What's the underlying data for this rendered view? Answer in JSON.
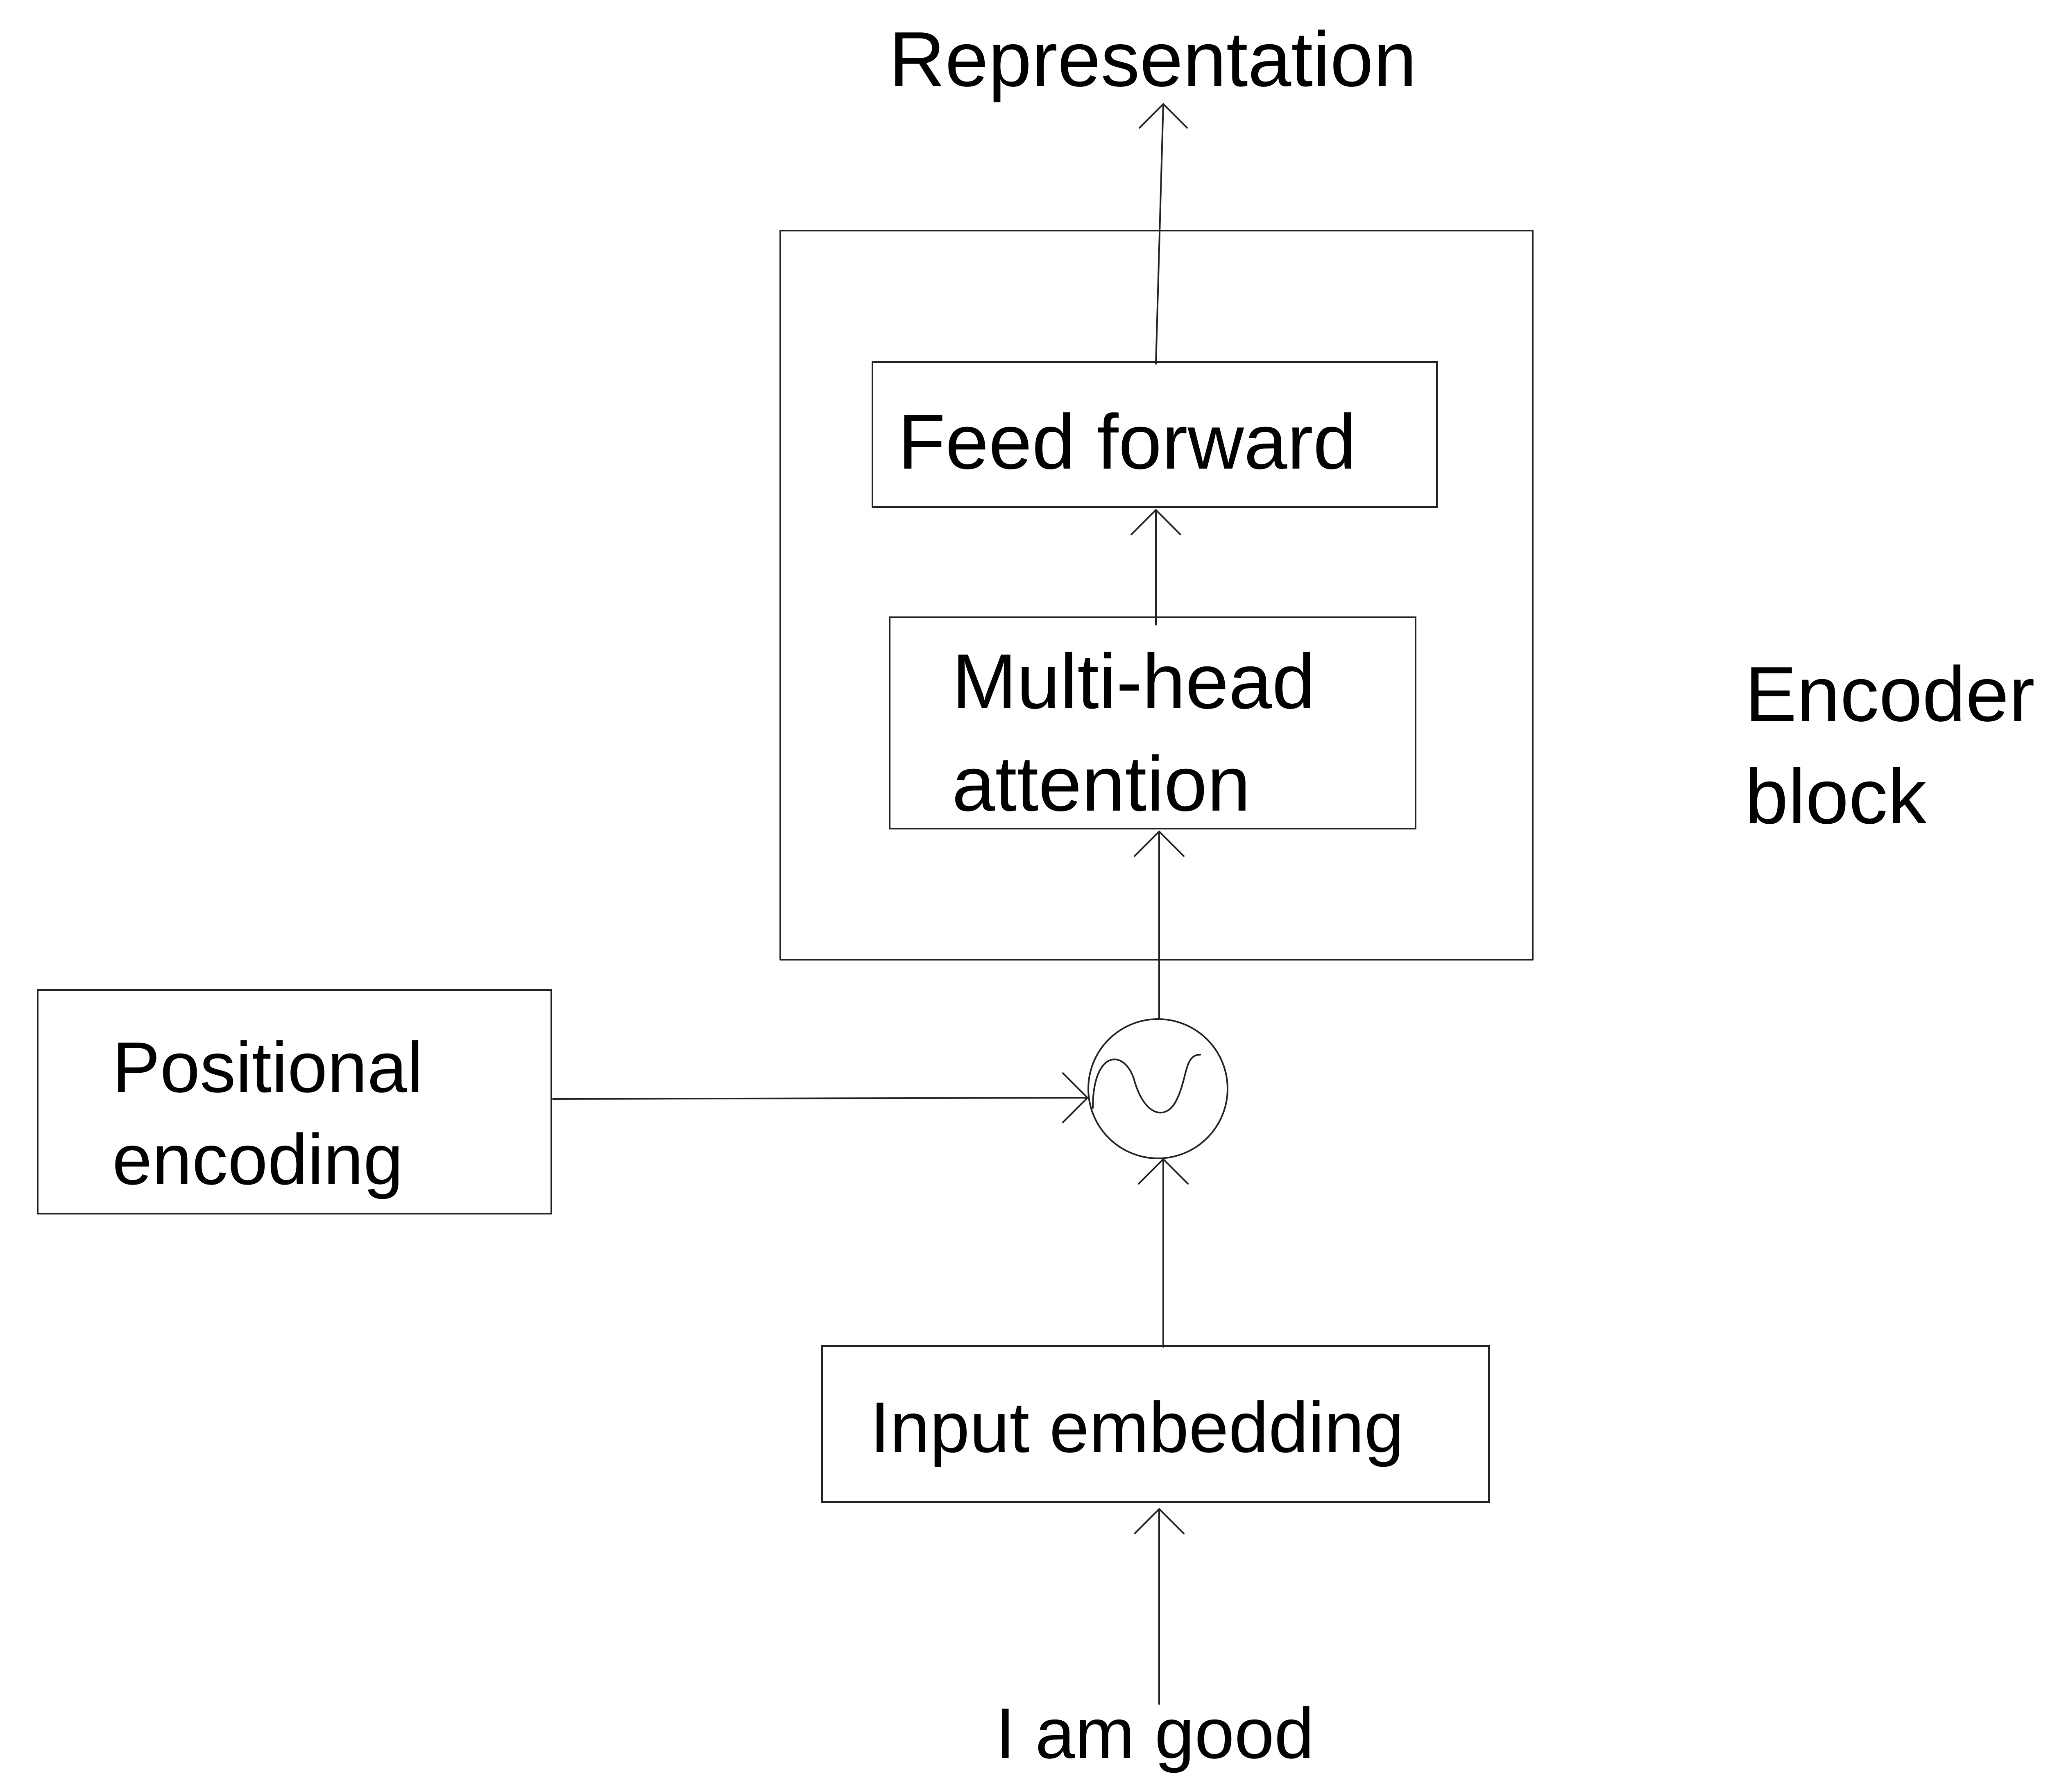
{
  "title": "Representation",
  "encoder_label": {
    "line1": "Encoder",
    "line2": "block"
  },
  "boxes": {
    "feed_forward": "Feed forward",
    "multi_head": {
      "line1": "Multi-head",
      "line2": "attention"
    },
    "positional_encoding": {
      "line1": "Positional",
      "line2": "encoding"
    },
    "input_embedding": "Input embedding"
  },
  "input_text": "I am good",
  "combiner_icon": "sine-wave-icon",
  "colors": {
    "line": "#222222",
    "text": "#000000",
    "background": "#ffffff"
  }
}
